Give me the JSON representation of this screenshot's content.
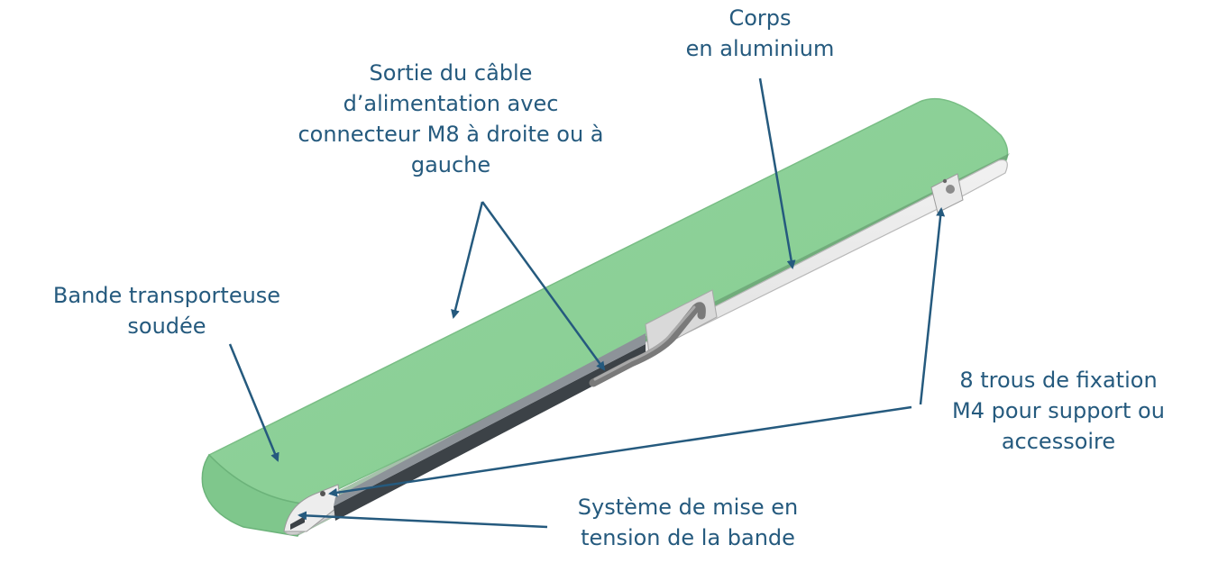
{
  "colors": {
    "belt_top": "#8fd19a",
    "belt_edge": "#6fb67c",
    "aluminium": "#e4e4e4",
    "frame_dark": "#3c4247",
    "text": "#255a7e",
    "arrow": "#255a7e"
  },
  "callouts": {
    "corps": {
      "lines": [
        "Corps",
        "en aluminium"
      ]
    },
    "sortie": {
      "lines": [
        "Sortie du câble",
        "d’alimentation avec",
        "connecteur M8 à droite ou à",
        "gauche"
      ]
    },
    "bande": {
      "lines": [
        "Bande transporteuse",
        "soudée"
      ]
    },
    "trous": {
      "lines": [
        "8 trous de fixation",
        "M4 pour support ou",
        "accessoire"
      ]
    },
    "tension": {
      "lines": [
        "Système de mise en",
        "tension de la bande"
      ]
    }
  }
}
